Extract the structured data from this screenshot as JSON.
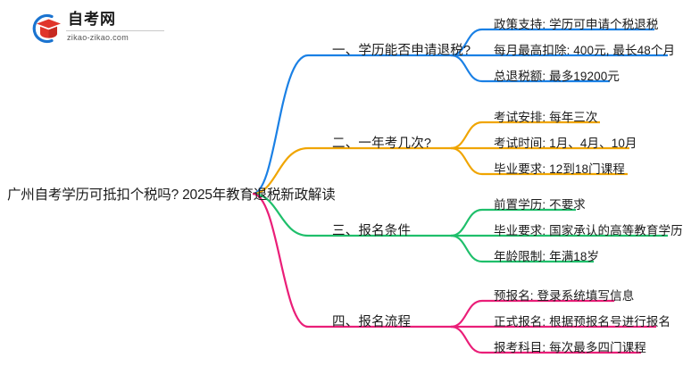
{
  "logo": {
    "name": "自考网",
    "domain": "zikao-zikao.com",
    "mark_icon": "graduation-cap-circle-icon",
    "ring_color": "#1b74d0",
    "cap_color": "#e0352b"
  },
  "mindmap": {
    "root": {
      "label": "广州自考学历可抵扣个税吗? 2025年教育退税新政解读"
    },
    "branches": [
      {
        "id": "branch-1",
        "label": "一、学历能否申请退税?",
        "color": "#1a80e5",
        "children": [
          {
            "label": "政策支持: 学历可申请个税退税"
          },
          {
            "label": "每月最高扣除: 400元, 最长48个月"
          },
          {
            "label": "总退税额: 最多19200元"
          }
        ]
      },
      {
        "id": "branch-2",
        "label": "二、一年考几次?",
        "color": "#f0a500",
        "children": [
          {
            "label": "考试安排: 每年三次"
          },
          {
            "label": "考试时间: 1月、4月、10月"
          },
          {
            "label": "毕业要求: 12到18门课程"
          }
        ]
      },
      {
        "id": "branch-3",
        "label": "三、报名条件",
        "color": "#1fbf6b",
        "children": [
          {
            "label": "前置学历: 不要求"
          },
          {
            "label": "毕业要求: 国家承认的高等教育学历"
          },
          {
            "label": "年龄限制: 年满18岁"
          }
        ]
      },
      {
        "id": "branch-4",
        "label": "四、报名流程",
        "color": "#ea1e78",
        "children": [
          {
            "label": "预报名: 登录系统填写信息"
          },
          {
            "label": "正式报名: 根据预报名号进行报名"
          },
          {
            "label": "报考科目: 每次最多四门课程"
          }
        ]
      }
    ]
  }
}
